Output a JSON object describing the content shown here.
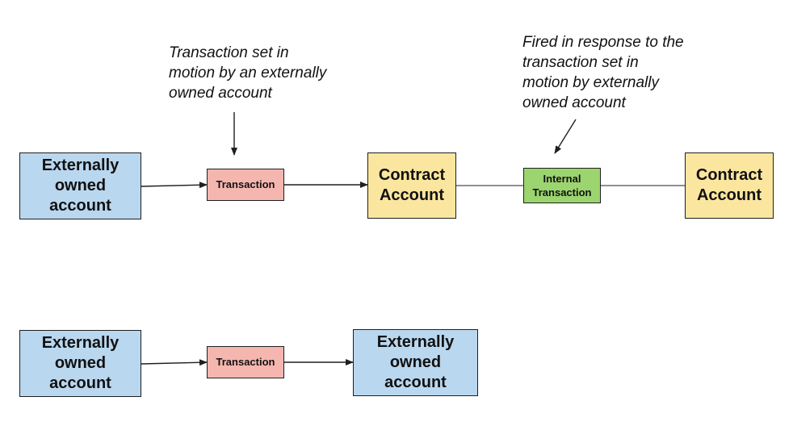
{
  "colors": {
    "external_account": "#b9d7ef",
    "transaction": "#f6b6b0",
    "contract_account": "#fbe69f",
    "internal_transaction": "#9cd46f",
    "stroke": "#1f1f1f"
  },
  "top_flow": {
    "source": "Externally\nowned\naccount",
    "transaction": "Transaction",
    "contract_1": "Contract\nAccount",
    "internal_transaction": "Internal\nTransaction",
    "contract_2": "Contract\nAccount"
  },
  "bottom_flow": {
    "source": "Externally\nowned\naccount",
    "transaction": "Transaction",
    "target": "Externally\nowned\naccount"
  },
  "annotations": {
    "transaction_note": "Transaction set in\nmotion by an externally\nowned account",
    "internal_note": "Fired in response to the\ntransaction set in\nmotion by externally\nowned account"
  }
}
